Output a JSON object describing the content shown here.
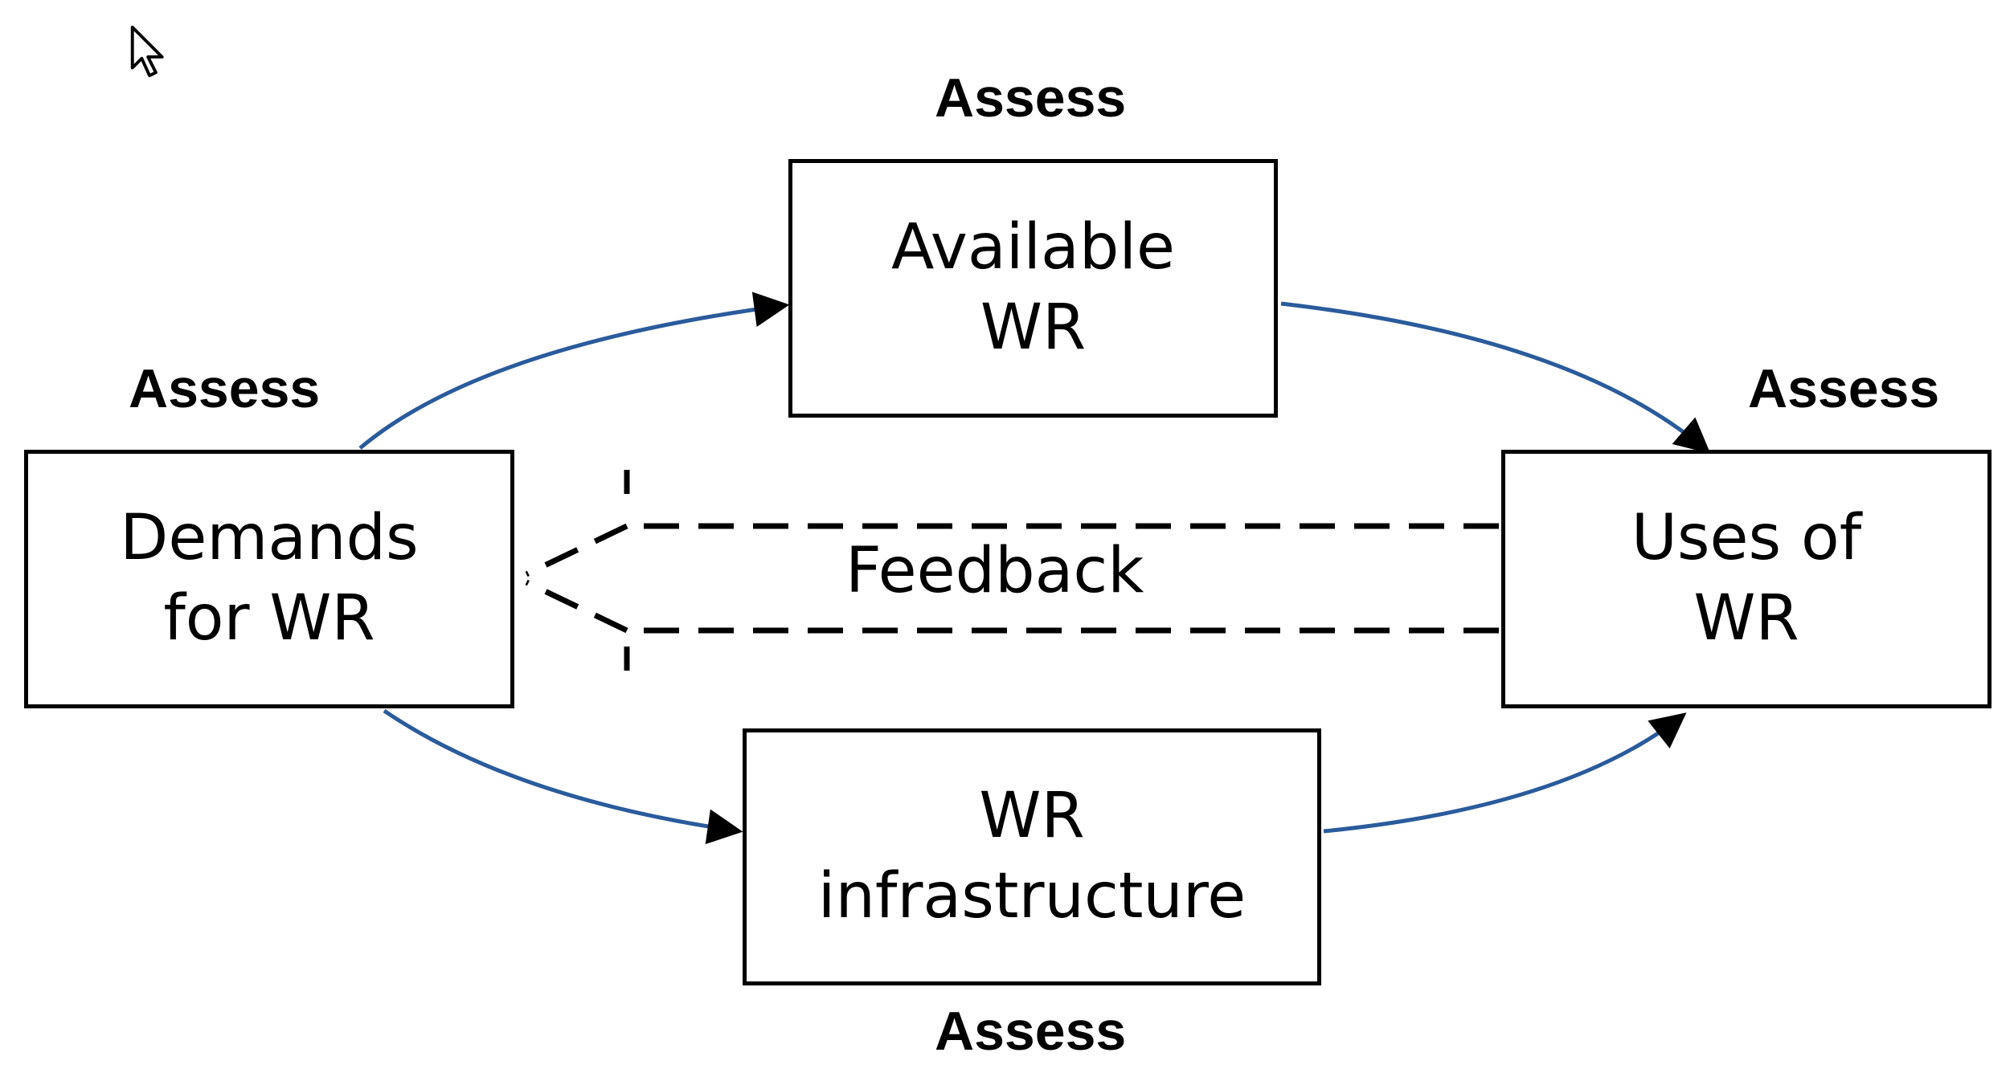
{
  "colors": {
    "arrow": "#2a5b9c",
    "box_border": "#000000",
    "text": "#000000"
  },
  "cursor": {
    "icon": "mouse-pointer-icon"
  },
  "nodes": {
    "available": {
      "lines": [
        "Available",
        "WR"
      ]
    },
    "demands": {
      "lines": [
        "Demands",
        "for WR"
      ]
    },
    "uses": {
      "lines": [
        "Uses of",
        "WR"
      ]
    },
    "infrastructure": {
      "lines": [
        "WR",
        "infrastructure"
      ]
    }
  },
  "assess_labels": {
    "top": "Assess",
    "left": "Assess",
    "right": "Assess",
    "bottom": "Assess"
  },
  "feedback_label": "Feedback"
}
